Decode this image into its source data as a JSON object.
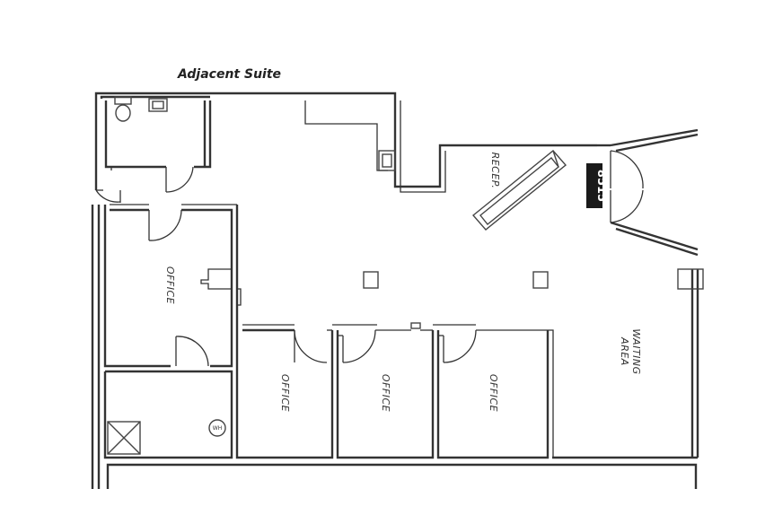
{
  "plan": {
    "adjacent_label": "Adjacent Suite",
    "suite_number": "8515",
    "rooms": {
      "office_left": "OFFICE",
      "office_1": "OFFICE",
      "office_2": "OFFICE",
      "office_3": "OFFICE",
      "reception": "RECEP.",
      "waiting_line1": "WAITING",
      "waiting_line2": "AREA"
    },
    "water_heater": "WH"
  }
}
